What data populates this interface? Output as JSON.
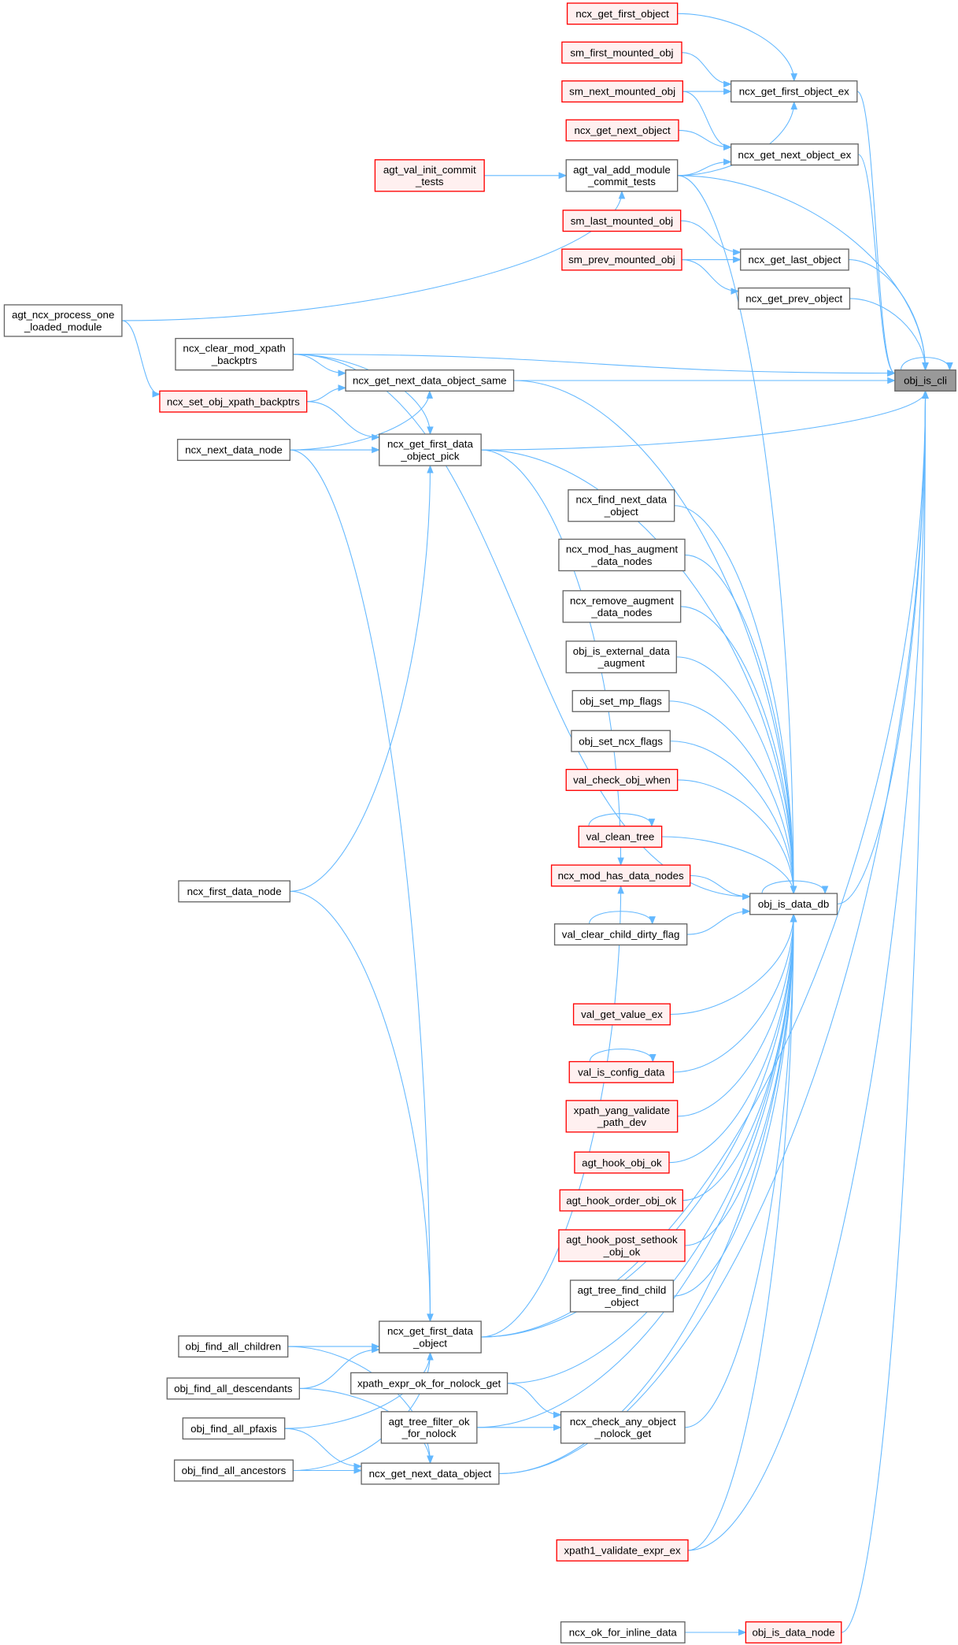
{
  "title": "obj_is_cli caller graph",
  "colors": {
    "edge": "#63b8ff",
    "red_border": "#ff0000",
    "red_fill": "#fff0f0",
    "root_fill": "#999999",
    "node_border": "#666666"
  },
  "nodes": [
    {
      "id": "ncx_get_first_object",
      "label": [
        "ncx_get_first_object"
      ],
      "style": "red"
    },
    {
      "id": "sm_first_mounted_obj",
      "label": [
        "sm_first_mounted_obj"
      ],
      "style": "red"
    },
    {
      "id": "sm_next_mounted_obj",
      "label": [
        "sm_next_mounted_obj"
      ],
      "style": "red"
    },
    {
      "id": "ncx_get_next_object",
      "label": [
        "ncx_get_next_object"
      ],
      "style": "red"
    },
    {
      "id": "agt_val_init_commit_tests",
      "label": [
        "agt_val_init_commit",
        "_tests"
      ],
      "style": "red"
    },
    {
      "id": "agt_val_add_module_commit_tests",
      "label": [
        "agt_val_add_module",
        "_commit_tests"
      ],
      "style": "normal"
    },
    {
      "id": "sm_last_mounted_obj",
      "label": [
        "sm_last_mounted_obj"
      ],
      "style": "red"
    },
    {
      "id": "sm_prev_mounted_obj",
      "label": [
        "sm_prev_mounted_obj"
      ],
      "style": "red"
    },
    {
      "id": "ncx_get_first_object_ex",
      "label": [
        "ncx_get_first_object_ex"
      ],
      "style": "normal"
    },
    {
      "id": "ncx_get_next_object_ex",
      "label": [
        "ncx_get_next_object_ex"
      ],
      "style": "normal"
    },
    {
      "id": "ncx_get_last_object",
      "label": [
        "ncx_get_last_object"
      ],
      "style": "normal"
    },
    {
      "id": "ncx_get_prev_object",
      "label": [
        "ncx_get_prev_object"
      ],
      "style": "normal"
    },
    {
      "id": "obj_is_cli",
      "label": [
        "obj_is_cli"
      ],
      "style": "root"
    },
    {
      "id": "agt_ncx_process_one_loaded_module",
      "label": [
        "agt_ncx_process_one",
        "_loaded_module"
      ],
      "style": "normal"
    },
    {
      "id": "ncx_clear_mod_xpath_backptrs",
      "label": [
        "ncx_clear_mod_xpath",
        "_backptrs"
      ],
      "style": "normal"
    },
    {
      "id": "ncx_get_next_data_object_same",
      "label": [
        "ncx_get_next_data_object_same"
      ],
      "style": "normal"
    },
    {
      "id": "ncx_set_obj_xpath_backptrs",
      "label": [
        "ncx_set_obj_xpath_backptrs"
      ],
      "style": "red"
    },
    {
      "id": "ncx_next_data_node",
      "label": [
        "ncx_next_data_node"
      ],
      "style": "normal"
    },
    {
      "id": "ncx_get_first_data_object_pick",
      "label": [
        "ncx_get_first_data",
        "_object_pick"
      ],
      "style": "normal"
    },
    {
      "id": "ncx_find_next_data_object",
      "label": [
        "ncx_find_next_data",
        "_object"
      ],
      "style": "normal"
    },
    {
      "id": "ncx_mod_has_augment_data_nodes",
      "label": [
        "ncx_mod_has_augment",
        "_data_nodes"
      ],
      "style": "normal"
    },
    {
      "id": "ncx_remove_augment_data_nodes",
      "label": [
        "ncx_remove_augment",
        "_data_nodes"
      ],
      "style": "normal"
    },
    {
      "id": "obj_is_external_data_augment",
      "label": [
        "obj_is_external_data",
        "_augment"
      ],
      "style": "normal"
    },
    {
      "id": "obj_set_mp_flags",
      "label": [
        "obj_set_mp_flags"
      ],
      "style": "normal"
    },
    {
      "id": "obj_set_ncx_flags",
      "label": [
        "obj_set_ncx_flags"
      ],
      "style": "normal"
    },
    {
      "id": "val_check_obj_when",
      "label": [
        "val_check_obj_when"
      ],
      "style": "red"
    },
    {
      "id": "val_clean_tree",
      "label": [
        "val_clean_tree"
      ],
      "style": "red"
    },
    {
      "id": "ncx_mod_has_data_nodes",
      "label": [
        "ncx_mod_has_data_nodes"
      ],
      "style": "red"
    },
    {
      "id": "obj_is_data_db",
      "label": [
        "obj_is_data_db"
      ],
      "style": "normal"
    },
    {
      "id": "val_clear_child_dirty_flag",
      "label": [
        "val_clear_child_dirty_flag"
      ],
      "style": "normal"
    },
    {
      "id": "val_get_value_ex",
      "label": [
        "val_get_value_ex"
      ],
      "style": "red"
    },
    {
      "id": "val_is_config_data",
      "label": [
        "val_is_config_data"
      ],
      "style": "red"
    },
    {
      "id": "xpath_yang_validate_path_dev",
      "label": [
        "xpath_yang_validate",
        "_path_dev"
      ],
      "style": "red"
    },
    {
      "id": "agt_hook_obj_ok",
      "label": [
        "agt_hook_obj_ok"
      ],
      "style": "red"
    },
    {
      "id": "agt_hook_order_obj_ok",
      "label": [
        "agt_hook_order_obj_ok"
      ],
      "style": "red"
    },
    {
      "id": "agt_hook_post_sethook_obj_ok",
      "label": [
        "agt_hook_post_sethook",
        "_obj_ok"
      ],
      "style": "red"
    },
    {
      "id": "agt_tree_find_child_object",
      "label": [
        "agt_tree_find_child",
        "_object"
      ],
      "style": "normal"
    },
    {
      "id": "ncx_first_data_node",
      "label": [
        "ncx_first_data_node"
      ],
      "style": "normal"
    },
    {
      "id": "ncx_get_first_data_object",
      "label": [
        "ncx_get_first_data",
        "_object"
      ],
      "style": "normal"
    },
    {
      "id": "obj_find_all_children",
      "label": [
        "obj_find_all_children"
      ],
      "style": "normal"
    },
    {
      "id": "xpath_expr_ok_for_nolock_get",
      "label": [
        "xpath_expr_ok_for_nolock_get"
      ],
      "style": "normal"
    },
    {
      "id": "obj_find_all_descendants",
      "label": [
        "obj_find_all_descendants"
      ],
      "style": "normal"
    },
    {
      "id": "agt_tree_filter_ok_for_nolock",
      "label": [
        "agt_tree_filter_ok",
        "_for_nolock"
      ],
      "style": "normal"
    },
    {
      "id": "ncx_check_any_object_nolock_get",
      "label": [
        "ncx_check_any_object",
        "_nolock_get"
      ],
      "style": "normal"
    },
    {
      "id": "obj_find_all_pfaxis",
      "label": [
        "obj_find_all_pfaxis"
      ],
      "style": "normal"
    },
    {
      "id": "obj_find_all_ancestors",
      "label": [
        "obj_find_all_ancestors"
      ],
      "style": "normal"
    },
    {
      "id": "ncx_get_next_data_object",
      "label": [
        "ncx_get_next_data_object"
      ],
      "style": "normal"
    },
    {
      "id": "xpath1_validate_expr_ex",
      "label": [
        "xpath1_validate_expr_ex"
      ],
      "style": "red"
    },
    {
      "id": "ncx_ok_for_inline_data",
      "label": [
        "ncx_ok_for_inline_data"
      ],
      "style": "normal"
    },
    {
      "id": "obj_is_data_node",
      "label": [
        "obj_is_data_node"
      ],
      "style": "red"
    }
  ],
  "edges": [
    [
      "obj_is_cli",
      "obj_is_cli"
    ],
    [
      "ncx_get_first_object_ex",
      "obj_is_cli"
    ],
    [
      "ncx_get_next_object_ex",
      "obj_is_cli"
    ],
    [
      "agt_val_add_module_commit_tests",
      "obj_is_cli"
    ],
    [
      "ncx_get_last_object",
      "obj_is_cli"
    ],
    [
      "ncx_get_prev_object",
      "obj_is_cli"
    ],
    [
      "ncx_get_next_data_object_same",
      "obj_is_cli"
    ],
    [
      "ncx_get_first_data_object_pick",
      "obj_is_cli"
    ],
    [
      "ncx_clear_mod_xpath_backptrs",
      "obj_is_cli"
    ],
    [
      "obj_is_data_db",
      "obj_is_cli"
    ],
    [
      "ncx_get_first_data_object",
      "obj_is_cli"
    ],
    [
      "xpath1_validate_expr_ex",
      "obj_is_cli"
    ],
    [
      "obj_is_data_node",
      "obj_is_cli"
    ],
    [
      "ncx_get_next_data_object",
      "obj_is_cli"
    ],
    [
      "ncx_get_first_object",
      "ncx_get_first_object_ex"
    ],
    [
      "sm_first_mounted_obj",
      "ncx_get_first_object_ex"
    ],
    [
      "sm_next_mounted_obj",
      "ncx_get_first_object_ex"
    ],
    [
      "agt_val_add_module_commit_tests",
      "ncx_get_first_object_ex"
    ],
    [
      "sm_next_mounted_obj",
      "ncx_get_next_object_ex"
    ],
    [
      "ncx_get_next_object",
      "ncx_get_next_object_ex"
    ],
    [
      "agt_val_add_module_commit_tests",
      "ncx_get_next_object_ex"
    ],
    [
      "agt_val_init_commit_tests",
      "agt_val_add_module_commit_tests"
    ],
    [
      "agt_ncx_process_one_loaded_module",
      "agt_val_add_module_commit_tests"
    ],
    [
      "sm_last_mounted_obj",
      "ncx_get_last_object"
    ],
    [
      "sm_prev_mounted_obj",
      "ncx_get_last_object"
    ],
    [
      "sm_prev_mounted_obj",
      "ncx_get_prev_object"
    ],
    [
      "agt_ncx_process_one_loaded_module",
      "ncx_set_obj_xpath_backptrs"
    ],
    [
      "ncx_clear_mod_xpath_backptrs",
      "ncx_get_next_data_object_same"
    ],
    [
      "ncx_set_obj_xpath_backptrs",
      "ncx_get_next_data_object_same"
    ],
    [
      "ncx_next_data_node",
      "ncx_get_next_data_object_same"
    ],
    [
      "ncx_clear_mod_xpath_backptrs",
      "ncx_get_first_data_object_pick"
    ],
    [
      "ncx_set_obj_xpath_backptrs",
      "ncx_get_first_data_object_pick"
    ],
    [
      "ncx_next_data_node",
      "ncx_get_first_data_object_pick"
    ],
    [
      "ncx_first_data_node",
      "ncx_get_first_data_object_pick"
    ],
    [
      "ncx_get_first_data_object_pick",
      "ncx_mod_has_data_nodes"
    ],
    [
      "ncx_get_first_data_object",
      "ncx_mod_has_data_nodes"
    ],
    [
      "ncx_find_next_data_object",
      "obj_is_data_db"
    ],
    [
      "ncx_mod_has_augment_data_nodes",
      "obj_is_data_db"
    ],
    [
      "ncx_remove_augment_data_nodes",
      "obj_is_data_db"
    ],
    [
      "obj_is_external_data_augment",
      "obj_is_data_db"
    ],
    [
      "obj_set_mp_flags",
      "obj_is_data_db"
    ],
    [
      "obj_set_ncx_flags",
      "obj_is_data_db"
    ],
    [
      "val_check_obj_when",
      "obj_is_data_db"
    ],
    [
      "val_clean_tree",
      "obj_is_data_db"
    ],
    [
      "ncx_mod_has_data_nodes",
      "obj_is_data_db"
    ],
    [
      "val_clear_child_dirty_flag",
      "obj_is_data_db"
    ],
    [
      "val_get_value_ex",
      "obj_is_data_db"
    ],
    [
      "val_is_config_data",
      "obj_is_data_db"
    ],
    [
      "xpath_yang_validate_path_dev",
      "obj_is_data_db"
    ],
    [
      "agt_hook_obj_ok",
      "obj_is_data_db"
    ],
    [
      "agt_hook_order_obj_ok",
      "obj_is_data_db"
    ],
    [
      "agt_hook_post_sethook_obj_ok",
      "obj_is_data_db"
    ],
    [
      "agt_tree_find_child_object",
      "obj_is_data_db"
    ],
    [
      "agt_val_add_module_commit_tests",
      "obj_is_data_db"
    ],
    [
      "ncx_get_next_data_object_same",
      "obj_is_data_db"
    ],
    [
      "ncx_get_first_data_object_pick",
      "obj_is_data_db"
    ],
    [
      "ncx_clear_mod_xpath_backptrs",
      "obj_is_data_db"
    ],
    [
      "ncx_check_any_object_nolock_get",
      "obj_is_data_db"
    ],
    [
      "agt_tree_filter_ok_for_nolock",
      "obj_is_data_db"
    ],
    [
      "ncx_get_next_data_object",
      "obj_is_data_db"
    ],
    [
      "xpath_expr_ok_for_nolock_get",
      "obj_is_data_db"
    ],
    [
      "xpath1_validate_expr_ex",
      "obj_is_data_db"
    ],
    [
      "ncx_get_first_data_object",
      "obj_is_data_db"
    ],
    [
      "obj_is_data_db",
      "obj_is_data_db"
    ],
    [
      "val_clean_tree",
      "val_clean_tree"
    ],
    [
      "val_clear_child_dirty_flag",
      "val_clear_child_dirty_flag"
    ],
    [
      "val_is_config_data",
      "val_is_config_data"
    ],
    [
      "ncx_next_data_node",
      "ncx_get_first_data_object"
    ],
    [
      "ncx_first_data_node",
      "ncx_get_first_data_object"
    ],
    [
      "obj_find_all_children",
      "ncx_get_first_data_object"
    ],
    [
      "obj_find_all_descendants",
      "ncx_get_first_data_object"
    ],
    [
      "obj_find_all_pfaxis",
      "ncx_get_first_data_object"
    ],
    [
      "obj_find_all_ancestors",
      "ncx_get_first_data_object"
    ],
    [
      "obj_find_all_children",
      "ncx_get_next_data_object"
    ],
    [
      "obj_find_all_descendants",
      "ncx_get_next_data_object"
    ],
    [
      "obj_find_all_pfaxis",
      "ncx_get_next_data_object"
    ],
    [
      "obj_find_all_ancestors",
      "ncx_get_next_data_object"
    ],
    [
      "xpath_expr_ok_for_nolock_get",
      "ncx_check_any_object_nolock_get"
    ],
    [
      "agt_tree_filter_ok_for_nolock",
      "ncx_check_any_object_nolock_get"
    ],
    [
      "ncx_ok_for_inline_data",
      "obj_is_data_node"
    ]
  ]
}
